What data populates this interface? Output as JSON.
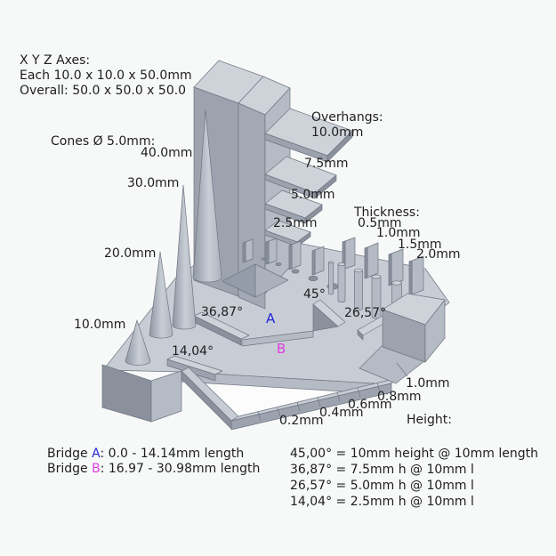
{
  "colors": {
    "background": "#f7f8f8",
    "face_top": "#c8cdd5",
    "face_top_light": "#ced3da",
    "face_left": "#9ca3ae",
    "face_right": "#b5bbc4",
    "face_dark": "#8a919d",
    "edge": "#6f7581",
    "text": "#1e1e1e",
    "bridge_a_accent": "#2424d9",
    "bridge_b_accent": "#e03de0"
  },
  "labels": {
    "axes": {
      "title": "X Y Z Axes:",
      "each": "Each 10.0 x 10.0 x 50.0mm",
      "overall": "Overall: 50.0 x 50.0 x 50.0"
    },
    "cones": {
      "title": "Cones Ø 5.0mm:",
      "c40": "40.0mm",
      "c30": "30.0mm",
      "c20": "20.0mm",
      "c10": "10.0mm"
    },
    "overhangs": {
      "title": "Overhangs:",
      "o100": "10.0mm",
      "o75": "7.5mm",
      "o50": "5.0mm",
      "o25": "2.5mm"
    },
    "thickness": {
      "title": "Thickness:",
      "t05": "0.5mm",
      "t10": "1.0mm",
      "t15": "1.5mm",
      "t20": "2.0mm"
    },
    "angles": {
      "a45": "45°",
      "a3687": "36,87°",
      "a2657": "26,57°",
      "a1404": "14,04°"
    },
    "markers": {
      "a": "A",
      "b": "B"
    },
    "heights": {
      "title": "Height:",
      "h02": "0.2mm",
      "h04": "0.4mm",
      "h06": "0.6mm",
      "h08": "0.8mm",
      "h10": "1.0mm"
    }
  },
  "legend": {
    "bridge_word": "Bridge ",
    "a_letter": "A",
    "a_text": ": 0.0 - 14.14mm length",
    "b_letter": "B",
    "b_text": ": 16.97 - 30.98mm length",
    "angle_equivalents": [
      "45,00° = 10mm height @ 10mm length",
      "36,87° = 7.5mm h @ 10mm l",
      "26,57° = 5.0mm h @ 10mm l",
      "14,04° = 2.5mm h @ 10mm l"
    ]
  }
}
